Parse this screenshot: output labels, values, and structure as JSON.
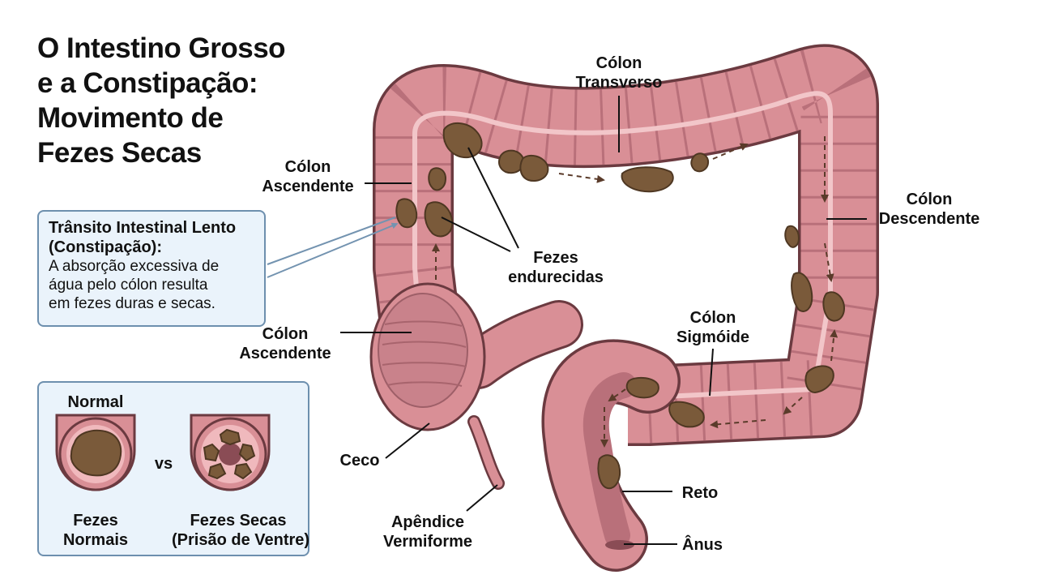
{
  "title": {
    "lines": [
      "O Intestino Grosso",
      "e a Constipação:",
      "Movimento de",
      "Fezes Secas"
    ]
  },
  "labels": {
    "colon_transverso": [
      "Cólon",
      "Transverso"
    ],
    "colon_ascendente_top": [
      "Cólon",
      "Ascendente"
    ],
    "colon_descendente": [
      "Cólon",
      "Descendente"
    ],
    "fezes_endurecidas": [
      "Fezes",
      "endurecidas"
    ],
    "colon_ascendente_bottom": [
      "Cólon",
      "Ascendente"
    ],
    "colon_sigmoide": [
      "Cólon",
      "Sigmóide"
    ],
    "ceco": "Ceco",
    "apendice": [
      "Apêndice",
      "Vermiforme"
    ],
    "reto": "Reto",
    "anus": "Ânus"
  },
  "info_box": {
    "heading": [
      "Trânsito Intestinal Lento",
      "(Constipação):"
    ],
    "body": [
      "A absorção excessiva de",
      "água pelo cólon resulta",
      "em fezes duras e secas."
    ]
  },
  "comparison": {
    "header": "Normal",
    "vs": "vs",
    "left_caption": [
      "Fezes",
      "Normais"
    ],
    "right_caption": [
      "Fezes Secas",
      "(Prisão de Ventre)"
    ]
  },
  "colors": {
    "colon_fill": "#d98f96",
    "colon_dark": "#b9707a",
    "colon_outline": "#6b3a40",
    "feces": "#7a5a3a",
    "feces_dark": "#4e3722",
    "box_border": "#6d8fae",
    "box_fill": "#eaf3fb"
  },
  "icons": [
    "arrow-right-dashed-icon",
    "arrow-down-dashed-icon",
    "arrow-up-dashed-icon",
    "arrow-left-dashed-icon"
  ]
}
